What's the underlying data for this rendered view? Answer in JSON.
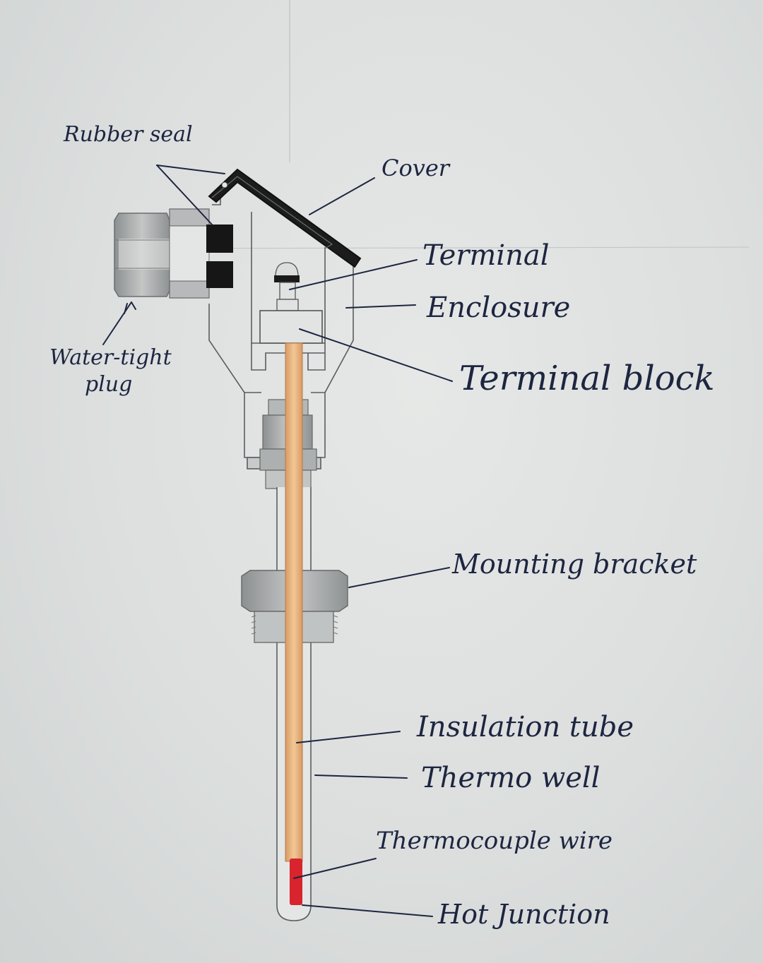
{
  "labels": {
    "rubber_seal": "Rubber seal",
    "cover": "Cover",
    "terminal": "Terminal",
    "enclosure": "Enclosure",
    "terminal_block": "Terminal block",
    "water_tight_plug_line1": "Water-tight",
    "water_tight_plug_line2": "plug",
    "mounting_bracket": "Mounting bracket",
    "insulation_tube": "Insulation tube",
    "thermowell": "Thermo well",
    "thermocouple_wire": "Thermocouple wire",
    "hot_junction": "Hot Junction"
  },
  "colors": {
    "ink": "#1d2540",
    "pencil": "#5a5d61",
    "metal": "#a7aaab",
    "rubber": "#161616",
    "insulation": "#e9b585",
    "wire": "#d8242d"
  }
}
